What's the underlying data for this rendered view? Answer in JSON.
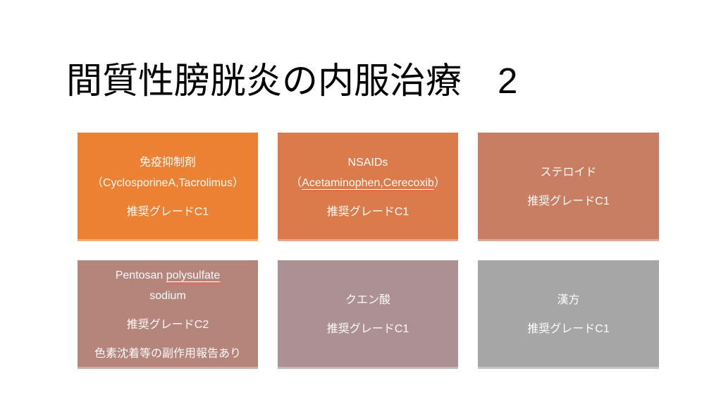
{
  "slide": {
    "title": "間質性膀胱炎の内服治療　2",
    "background_color": "#FFFFFF",
    "card_text_color": "#FFFFFF"
  },
  "boxes": [
    {
      "id": "immunosuppressant",
      "bg": "#EC8033",
      "name_line1": "免疫抑制剤",
      "name_line2": "（CyclosporineA,Tacrolimus）",
      "grade": "推奨グレードC1"
    },
    {
      "id": "nsaids",
      "bg": "#DB7B4C",
      "name_line1": "NSAIDs",
      "paren_open": "（",
      "underlined": "Acetaminophen,Cerecoxib",
      "paren_close": "）",
      "grade": "推奨グレードC1"
    },
    {
      "id": "steroid",
      "bg": "#C87E62",
      "name_line1": "ステロイド",
      "grade": "推奨グレードC1"
    },
    {
      "id": "pentosan-polysulfate-sodium",
      "bg": "#B5847B",
      "name_word1": "Pentosan ",
      "underlined": "polysulfate",
      "name_line2": "sodium",
      "grade": "推奨グレードC2",
      "note": "色素沈着等の副作用報告あり"
    },
    {
      "id": "citric-acid",
      "bg": "#AC9093",
      "name_line1": "クエン酸",
      "grade": "推奨グレードC1"
    },
    {
      "id": "kampo",
      "bg": "#A6A6A6",
      "name_line1": "漢方",
      "grade": "推奨グレードC1"
    }
  ]
}
